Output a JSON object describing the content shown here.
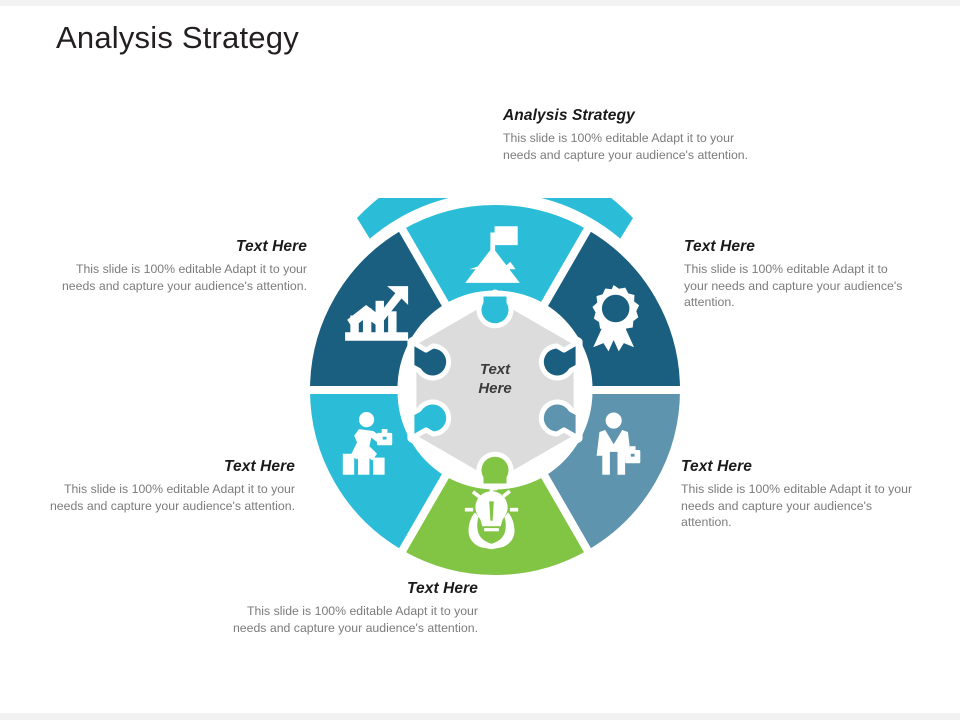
{
  "slide": {
    "title": "Analysis Strategy",
    "background_color": "#ffffff"
  },
  "header_block": {
    "heading": "Analysis Strategy",
    "body": "This slide is 100% editable Adapt it to your needs and capture your audience's attention."
  },
  "center": {
    "label_line1": "Text",
    "label_line2": "Here",
    "color": "#dcdcdc"
  },
  "segments": [
    {
      "id": "top",
      "label": "Analysis Strategy",
      "color": "#2bbdd8",
      "icon": "mountain-flag-icon",
      "position": "top"
    },
    {
      "id": "top-right",
      "label": "Text Here",
      "body": "This slide is 100% editable Adapt it to your needs and capture your audience's attention.",
      "color": "#1a5f7f",
      "icon": "award-ribbon-icon",
      "position": "top-right"
    },
    {
      "id": "bottom-right",
      "label": "Text Here",
      "body": "This slide is 100% editable Adapt it to your needs and capture your audience's attention.",
      "color": "#5e94ae",
      "icon": "businessman-icon",
      "position": "bottom-right"
    },
    {
      "id": "bottom",
      "label": "Text Here",
      "body": "This slide is 100% editable Adapt it to your needs and capture your audience's attention.",
      "color": "#82c444",
      "icon": "lightbulb-in-hands-icon",
      "position": "bottom"
    },
    {
      "id": "bottom-left",
      "label": "Text Here",
      "body": "This slide is 100% editable Adapt it to your needs and capture your audience's attention.",
      "color": "#2bbdd8",
      "icon": "person-climbing-bars-icon",
      "position": "bottom-left"
    },
    {
      "id": "top-left",
      "label": "Text Here",
      "body": "This slide is 100% editable Adapt it to your needs and capture your audience's attention.",
      "color": "#1a5f7f",
      "icon": "growth-chart-arrow-icon",
      "position": "top-left"
    }
  ],
  "text_blocks": {
    "top_left": {
      "heading": "Text Here",
      "body": "This slide is 100% editable Adapt it to your needs and capture your audience's attention."
    },
    "top_right": {
      "heading": "Text Here",
      "body": "This slide is 100% editable Adapt it to your needs and capture your audience's attention."
    },
    "bottom_left": {
      "heading": "Text Here",
      "body": "This slide is 100% editable Adapt it to your needs and capture your audience's attention."
    },
    "bottom_right": {
      "heading": "Text Here",
      "body": "This slide is 100% editable Adapt it to your needs and capture your audience's attention."
    },
    "bottom_center": {
      "heading": "Text Here",
      "body": "This slide is 100% editable Adapt it to your needs and capture your audience's attention."
    }
  }
}
